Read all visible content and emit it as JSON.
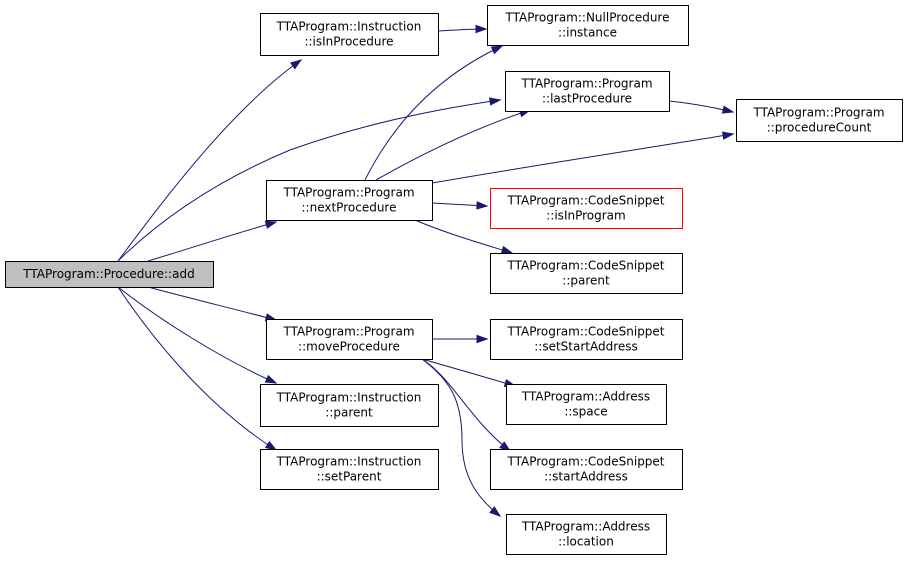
{
  "graph": {
    "colors": {
      "edge": "#191970",
      "node_border": "#000000",
      "node_fill": "#ffffff",
      "root_fill": "#bfbfbf",
      "truncated_border": "#ff0000"
    },
    "nodes": {
      "add": {
        "lines": [
          "TTAProgram::Procedure::add"
        ]
      },
      "isInProcedure": {
        "lines": [
          "TTAProgram::Instruction",
          "::isInProcedure"
        ]
      },
      "nullProcInstance": {
        "lines": [
          "TTAProgram::NullProcedure",
          "::instance"
        ]
      },
      "lastProcedure": {
        "lines": [
          "TTAProgram::Program",
          "::lastProcedure"
        ]
      },
      "procedureCount": {
        "lines": [
          "TTAProgram::Program",
          "::procedureCount"
        ]
      },
      "nextProcedure": {
        "lines": [
          "TTAProgram::Program",
          "::nextProcedure"
        ]
      },
      "isInProgram": {
        "lines": [
          "TTAProgram::CodeSnippet",
          "::isInProgram"
        ]
      },
      "csParent": {
        "lines": [
          "TTAProgram::CodeSnippet",
          "::parent"
        ]
      },
      "moveProcedure": {
        "lines": [
          "TTAProgram::Program",
          "::moveProcedure"
        ]
      },
      "setStartAddress": {
        "lines": [
          "TTAProgram::CodeSnippet",
          "::setStartAddress"
        ]
      },
      "instrParent": {
        "lines": [
          "TTAProgram::Instruction",
          "::parent"
        ]
      },
      "addrSpace": {
        "lines": [
          "TTAProgram::Address",
          "::space"
        ]
      },
      "instrSetParent": {
        "lines": [
          "TTAProgram::Instruction",
          "::setParent"
        ]
      },
      "startAddress": {
        "lines": [
          "TTAProgram::CodeSnippet",
          "::startAddress"
        ]
      },
      "addrLocation": {
        "lines": [
          "TTAProgram::Address",
          "::location"
        ]
      }
    },
    "edges": [
      {
        "from": "add",
        "to": "isInProcedure"
      },
      {
        "from": "add",
        "to": "lastProcedure"
      },
      {
        "from": "add",
        "to": "nextProcedure"
      },
      {
        "from": "add",
        "to": "moveProcedure"
      },
      {
        "from": "add",
        "to": "instrParent"
      },
      {
        "from": "add",
        "to": "instrSetParent"
      },
      {
        "from": "isInProcedure",
        "to": "nullProcInstance"
      },
      {
        "from": "lastProcedure",
        "to": "procedureCount"
      },
      {
        "from": "nextProcedure",
        "to": "nullProcInstance"
      },
      {
        "from": "nextProcedure",
        "to": "lastProcedure"
      },
      {
        "from": "nextProcedure",
        "to": "procedureCount"
      },
      {
        "from": "nextProcedure",
        "to": "isInProgram"
      },
      {
        "from": "nextProcedure",
        "to": "csParent"
      },
      {
        "from": "moveProcedure",
        "to": "setStartAddress"
      },
      {
        "from": "moveProcedure",
        "to": "addrSpace"
      },
      {
        "from": "moveProcedure",
        "to": "startAddress"
      },
      {
        "from": "moveProcedure",
        "to": "addrLocation"
      }
    ]
  }
}
